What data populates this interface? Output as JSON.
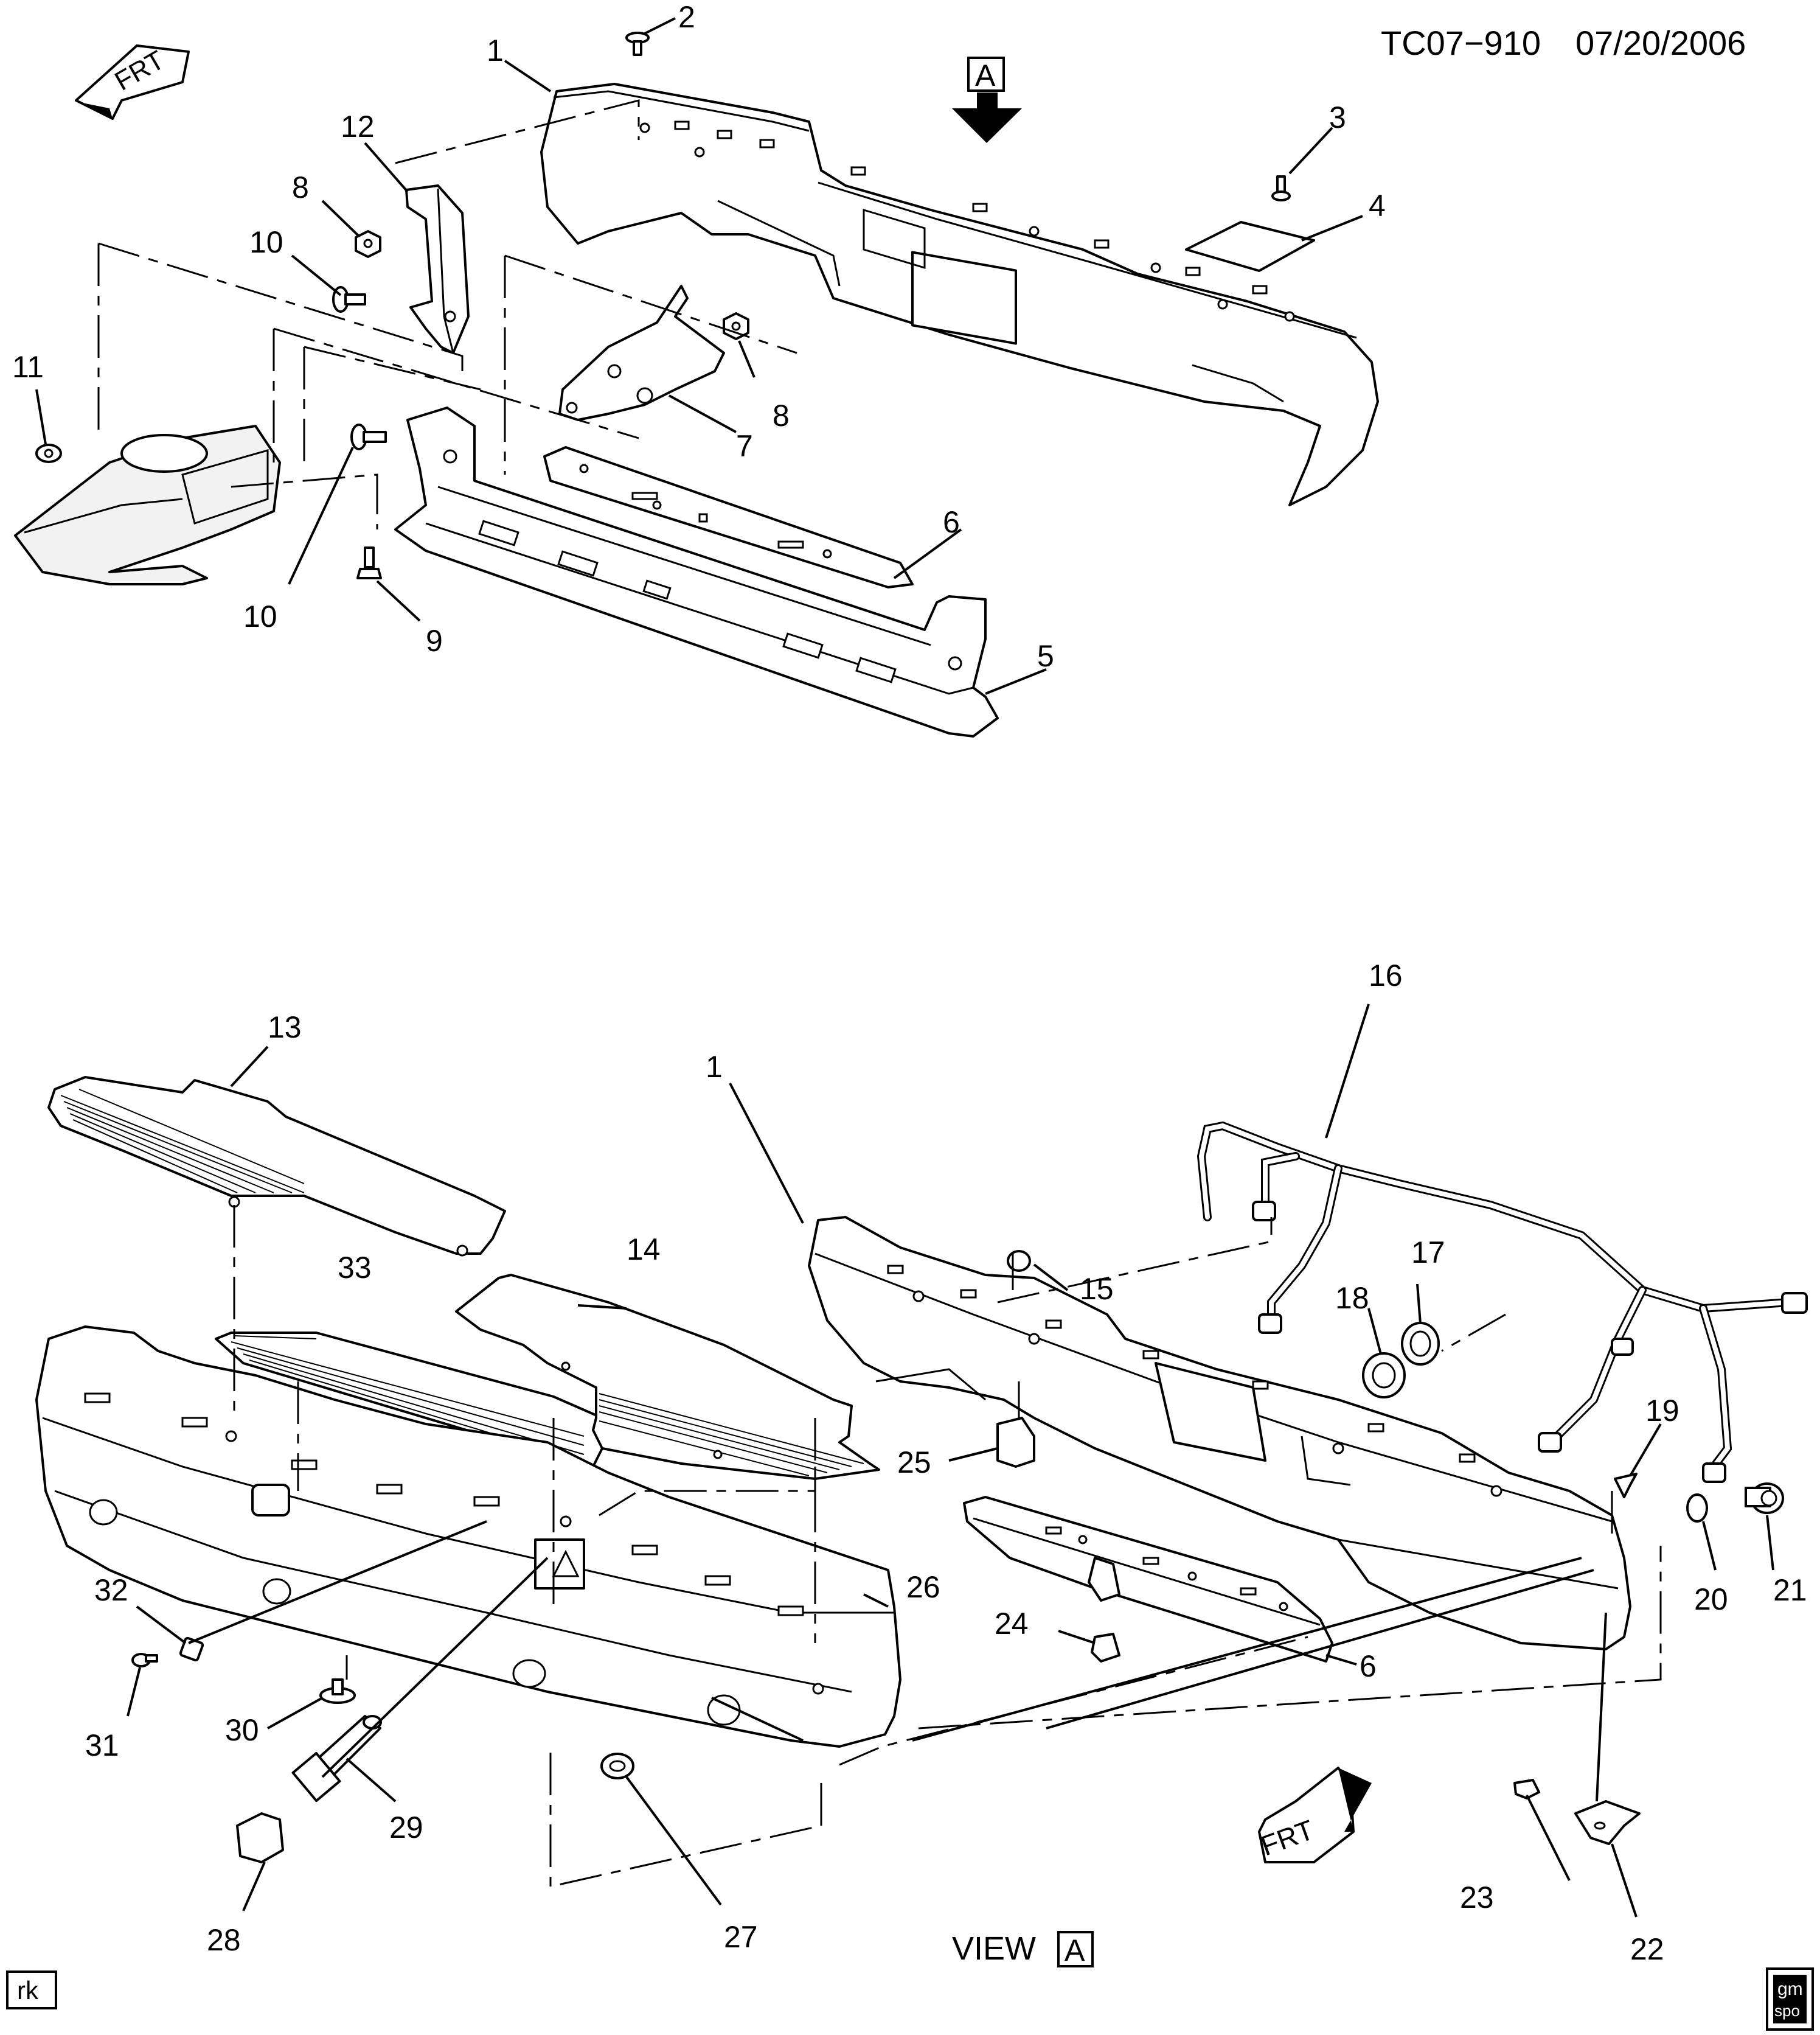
{
  "header": {
    "drawing_id": "TC07−910",
    "date": "07/20/2006"
  },
  "view": {
    "label": "VIEW",
    "letter": "A"
  },
  "view_marker_letter": "A",
  "frt_label": "FRT",
  "footer": {
    "initials": "rk",
    "logo_top": "gm",
    "logo_bottom": "spo"
  },
  "callouts": {
    "c1": "1",
    "c2": "2",
    "c3": "3",
    "c4": "4",
    "c5": "5",
    "c6": "6",
    "c7": "7",
    "c8a": "8",
    "c8b": "8",
    "c9": "9",
    "c10a": "10",
    "c10b": "10",
    "c11": "11",
    "c12": "12",
    "c13": "13",
    "c14": "14",
    "c15": "15",
    "c16": "16",
    "c17": "17",
    "c18": "18",
    "c19": "19",
    "c20": "20",
    "c21": "21",
    "c22": "22",
    "c23": "23",
    "c24": "24",
    "c25": "25",
    "c26": "26",
    "c27": "27",
    "c28": "28",
    "c29": "29",
    "c30": "30",
    "c31": "31",
    "c32": "32",
    "c33": "33",
    "c1b": "1",
    "c6b": "6"
  }
}
